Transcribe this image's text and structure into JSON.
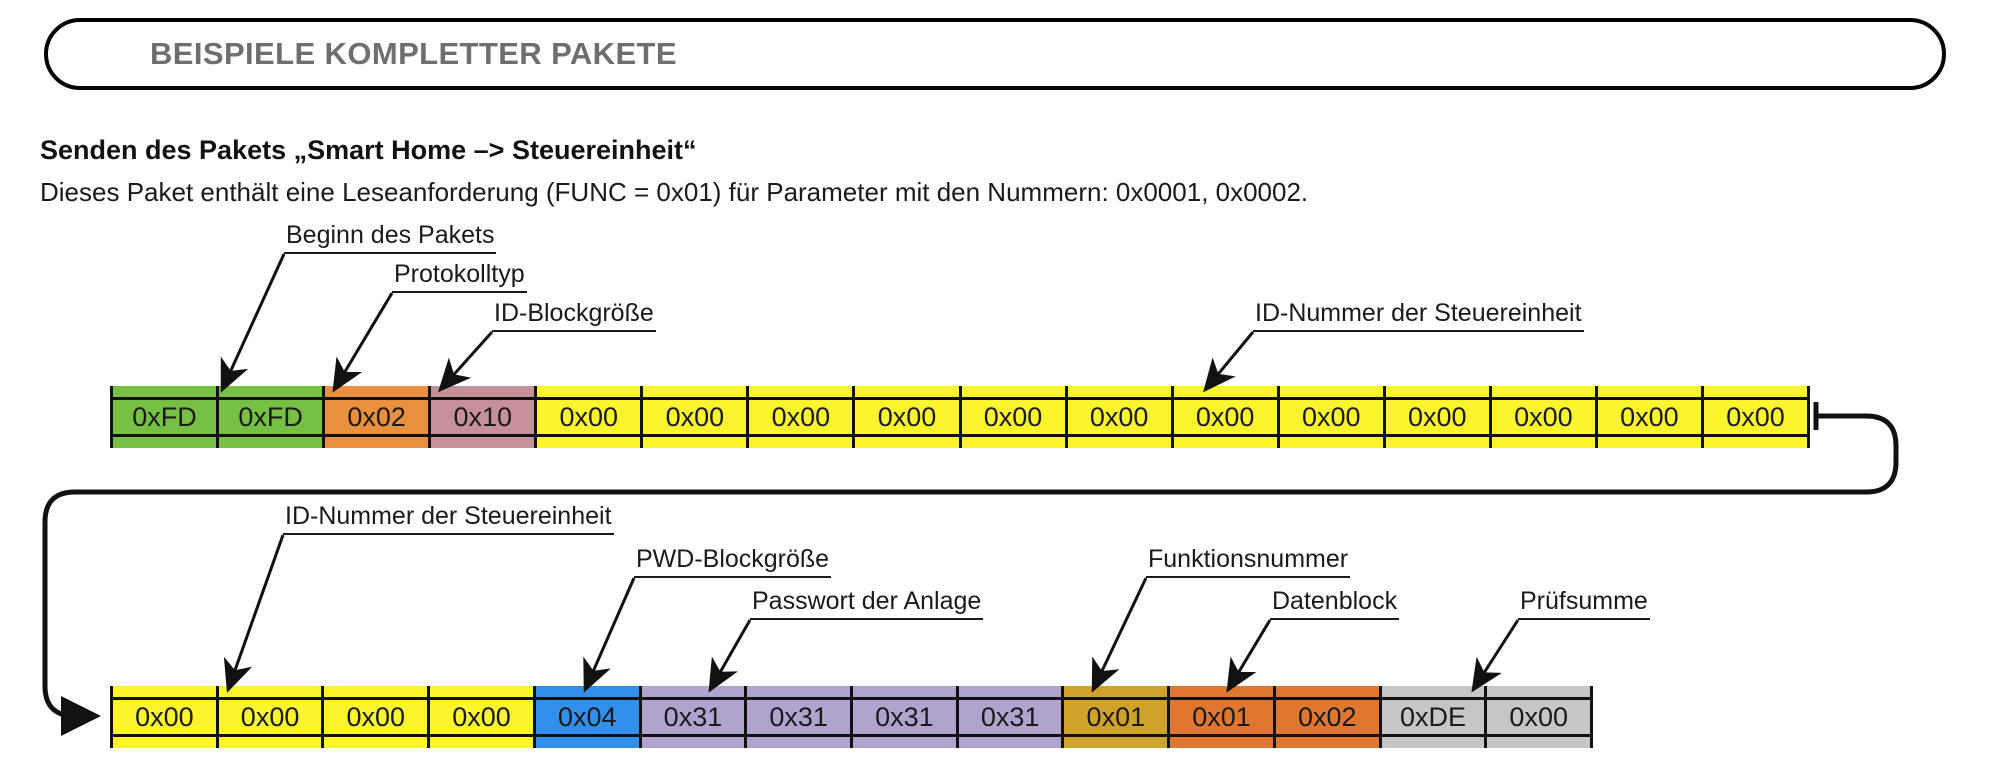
{
  "banner": {
    "title": "BEISPIELE KOMPLETTER PAKETE"
  },
  "intro": {
    "subtitle": "Senden des Pakets „Smart Home –> Steuereinheit“",
    "description": "Dieses Paket enthält eine Leseanforderung (FUNC = 0x01) für Parameter mit den Nummern: 0x0001, 0x0002."
  },
  "colors": {
    "start": "#78c043",
    "protocol": "#e8903d",
    "id_size": "#c69098",
    "id_number": "#fcf52e",
    "pwd_size": "#3290ec",
    "password": "#b0a4ce",
    "function": "#cfa32a",
    "data": "#df7730",
    "checksum": "#c6c6c6",
    "border": "#111111",
    "banner_text": "#6e6e6e"
  },
  "row1": {
    "labels": [
      {
        "text": "Beginn des Pakets"
      },
      {
        "text": "Protokolltyp"
      },
      {
        "text": "ID-Blockgröße"
      },
      {
        "text": "ID-Nummer der Steuereinheit"
      }
    ],
    "bytes": [
      {
        "value": "0xFD",
        "group": "start"
      },
      {
        "value": "0xFD",
        "group": "start"
      },
      {
        "value": "0x02",
        "group": "protocol"
      },
      {
        "value": "0x10",
        "group": "id_size"
      },
      {
        "value": "0x00",
        "group": "id_number"
      },
      {
        "value": "0x00",
        "group": "id_number"
      },
      {
        "value": "0x00",
        "group": "id_number"
      },
      {
        "value": "0x00",
        "group": "id_number"
      },
      {
        "value": "0x00",
        "group": "id_number"
      },
      {
        "value": "0x00",
        "group": "id_number"
      },
      {
        "value": "0x00",
        "group": "id_number"
      },
      {
        "value": "0x00",
        "group": "id_number"
      },
      {
        "value": "0x00",
        "group": "id_number"
      },
      {
        "value": "0x00",
        "group": "id_number"
      },
      {
        "value": "0x00",
        "group": "id_number"
      },
      {
        "value": "0x00",
        "group": "id_number"
      }
    ]
  },
  "row2": {
    "labels": [
      {
        "text": "ID-Nummer der Steuereinheit"
      },
      {
        "text": "PWD-Blockgröße"
      },
      {
        "text": "Passwort der Anlage"
      },
      {
        "text": "Funktionsnummer"
      },
      {
        "text": "Datenblock"
      },
      {
        "text": "Prüfsumme"
      }
    ],
    "bytes": [
      {
        "value": "0x00",
        "group": "id_number"
      },
      {
        "value": "0x00",
        "group": "id_number"
      },
      {
        "value": "0x00",
        "group": "id_number"
      },
      {
        "value": "0x00",
        "group": "id_number"
      },
      {
        "value": "0x04",
        "group": "pwd_size"
      },
      {
        "value": "0x31",
        "group": "password"
      },
      {
        "value": "0x31",
        "group": "password"
      },
      {
        "value": "0x31",
        "group": "password"
      },
      {
        "value": "0x31",
        "group": "password"
      },
      {
        "value": "0x01",
        "group": "function"
      },
      {
        "value": "0x01",
        "group": "data"
      },
      {
        "value": "0x02",
        "group": "data"
      },
      {
        "value": "0xDE",
        "group": "checksum"
      },
      {
        "value": "0x00",
        "group": "checksum"
      }
    ]
  }
}
